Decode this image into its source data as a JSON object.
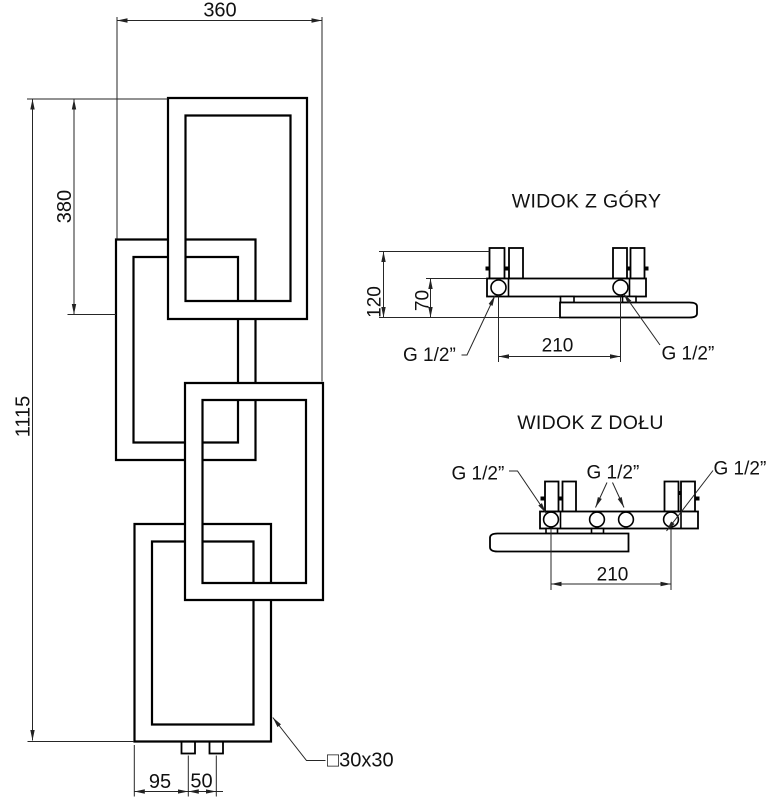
{
  "front_view": {
    "dim_width": "360",
    "dim_segment_height": "380",
    "dim_total_height": "1115",
    "dim_conn_offset": "95",
    "dim_conn_spacing": "50",
    "profile_label": "□30x30"
  },
  "top_view": {
    "title": "WIDOK Z GÓRY",
    "dim_depth": "120",
    "dim_wall_offset": "70",
    "dim_conn_spacing": "210",
    "conn_left": "G 1/2”",
    "conn_right": "G 1/2”"
  },
  "bottom_view": {
    "title": "WIDOK Z DOŁU",
    "dim_conn_spacing": "210",
    "conn_left": "G 1/2”",
    "conn_middle": "G 1/2”",
    "conn_right": "G 1/2”"
  },
  "colors": {
    "background": "#ffffff",
    "frame_line": "#000000",
    "dim_line": "#262626",
    "text": "#111111"
  }
}
